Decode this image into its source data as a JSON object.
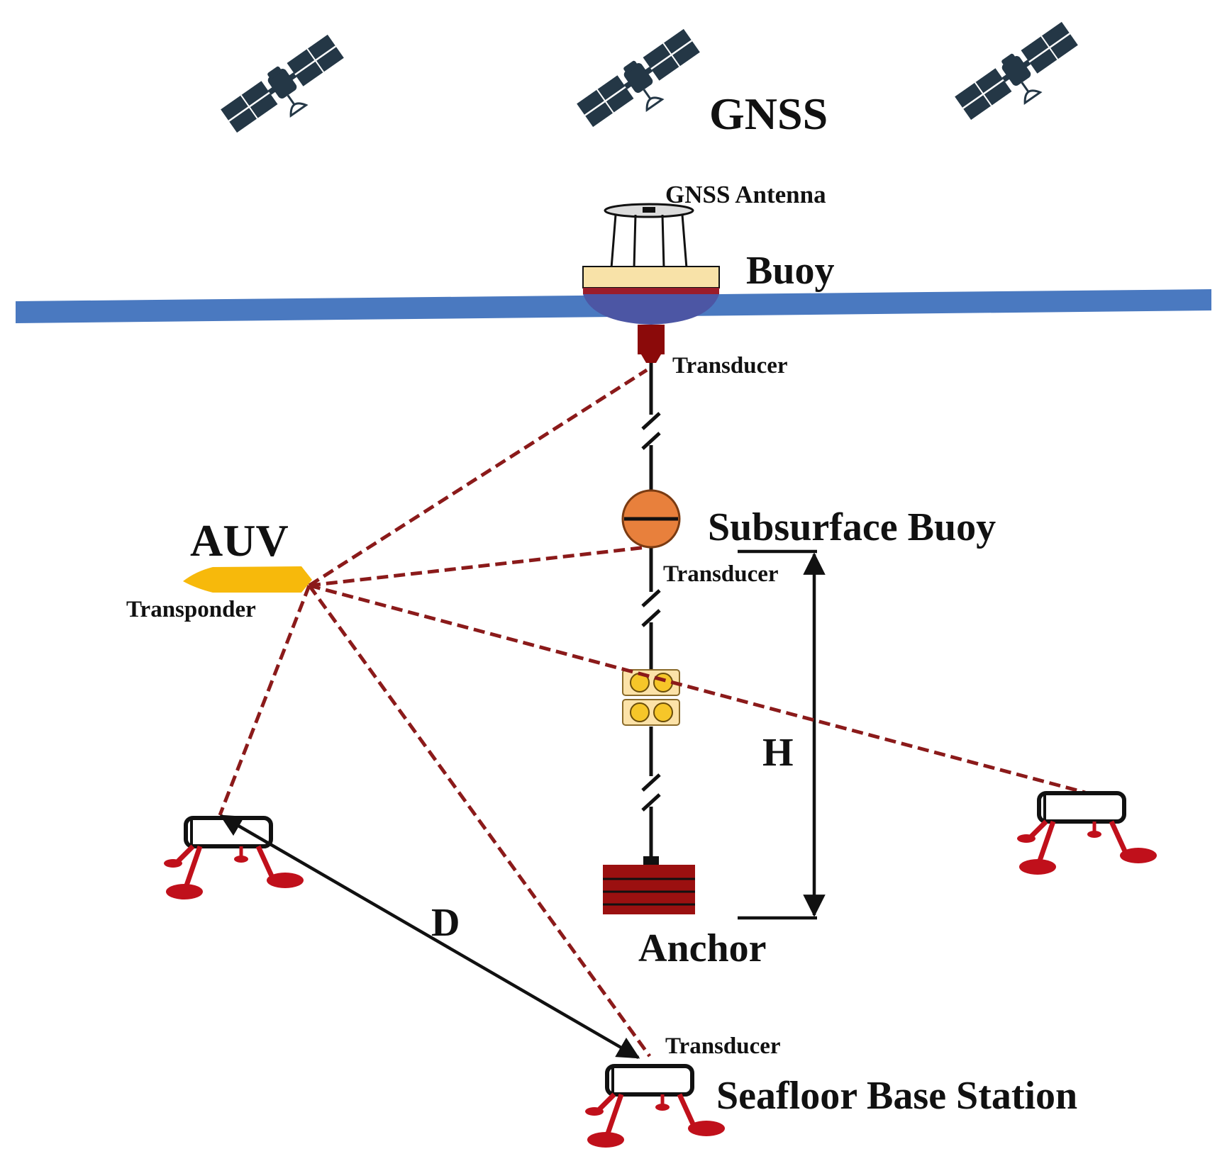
{
  "labels": {
    "gnss": "GNSS",
    "gnss_antenna": "GNSS Antenna",
    "buoy": "Buoy",
    "transducer_buoy": "Transducer",
    "subsurface_buoy": "Subsurface Buoy",
    "transducer_subsurface": "Transducer",
    "auv": "AUV",
    "transponder": "Transponder",
    "height_h": "H",
    "anchor": "Anchor",
    "distance_d": "D",
    "transducer_base": "Transducer",
    "seafloor_base_station": "Seafloor Base Station"
  },
  "colors": {
    "satellite": "#243746",
    "water_surface": "#4a79c0",
    "buoy_top": "#f8e2a8",
    "buoy_band": "#9b1c2a",
    "buoy_bottom": "#4c56a4",
    "transducer": "#8b0a0a",
    "subsurface_buoy": "#e8803c",
    "float_pack": "#fce2a8",
    "float_ball": "#f6c629",
    "auv": "#f7b90b",
    "signal": "#8b1a1a",
    "anchor": "#9b1010",
    "station_legs": "#c0101b"
  },
  "icons": [
    "satellite-icon",
    "buoy-icon",
    "auv-icon",
    "anchor-icon",
    "seafloor-station-icon"
  ]
}
